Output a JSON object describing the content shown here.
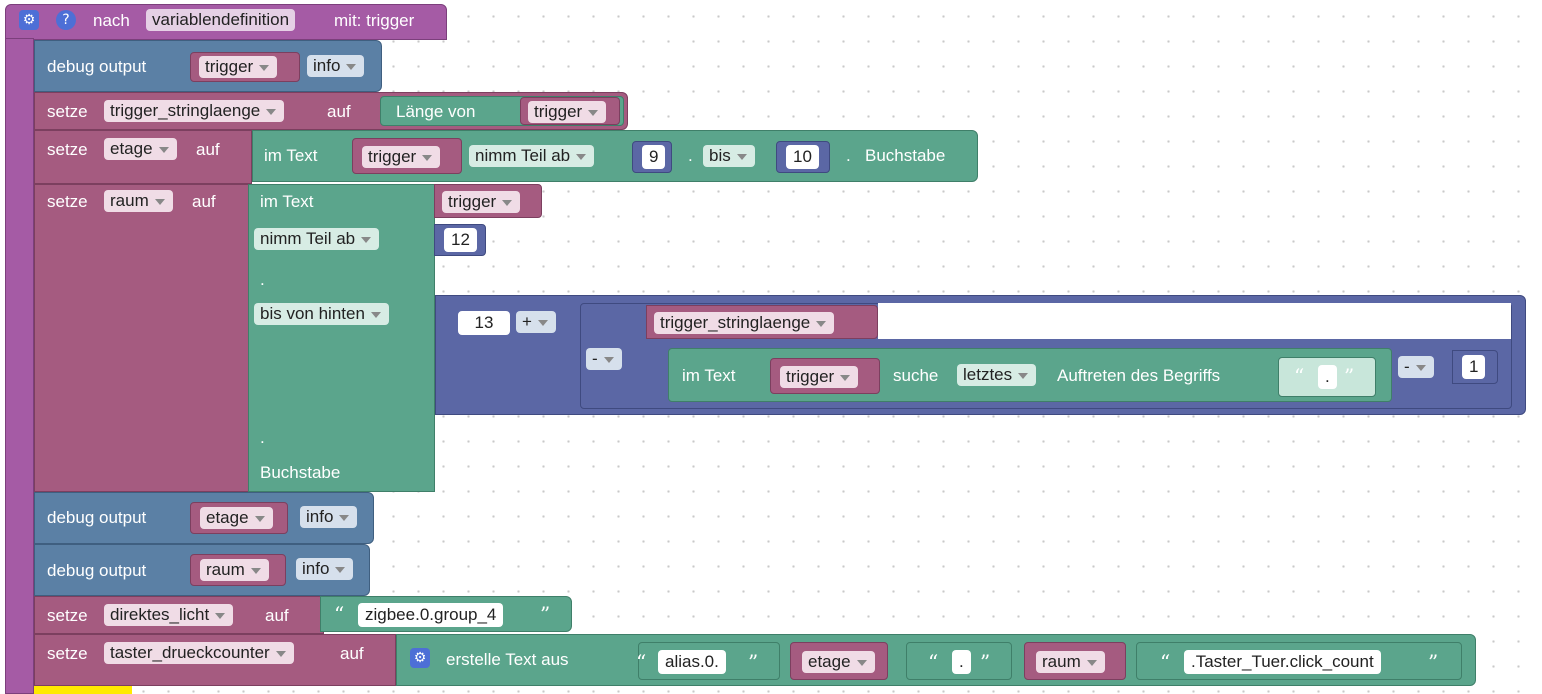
{
  "header": {
    "nach": "nach",
    "func_name": "variablendefinition",
    "mit": "mit: trigger"
  },
  "rows": {
    "debug1": {
      "label": "debug output",
      "var": "trigger",
      "level": "info"
    },
    "setze1": {
      "setze": "setze",
      "var": "trigger_stringlaenge",
      "auf": "auf",
      "laenge": "Länge von",
      "arg": "trigger"
    },
    "setze2": {
      "setze": "setze",
      "var": "etage",
      "auf": "auf",
      "imtext": "im Text",
      "arg": "trigger",
      "nimm": "nimm Teil ab",
      "from": "9",
      "dot1": ".",
      "bis": "bis",
      "to": "10",
      "dot2": ".",
      "buchstabe": "Buchstabe"
    },
    "setze3": {
      "setze": "setze",
      "var": "raum",
      "auf": "auf",
      "imtext": "im Text",
      "arg": "trigger",
      "nimm": "nimm Teil ab",
      "from": "12",
      "dot1": ".",
      "bisvh": "bis von hinten",
      "n13": "13",
      "plus": "+",
      "strlen": "trigger_stringlaenge",
      "minus": "-",
      "imtext2": "im Text",
      "arg2": "trigger",
      "suche": "suche",
      "letztes": "letztes",
      "auftreten": "Auftreten des Begriffs",
      "dotval": ".",
      "minus2": "-",
      "one": "1",
      "dot2": ".",
      "buchstabe": "Buchstabe"
    },
    "debug2": {
      "label": "debug output",
      "var": "etage",
      "level": "info"
    },
    "debug3": {
      "label": "debug output",
      "var": "raum",
      "level": "info"
    },
    "setze4": {
      "setze": "setze",
      "var": "direktes_licht",
      "auf": "auf",
      "val": "zigbee.0.group_4"
    },
    "setze5": {
      "setze": "setze",
      "var": "taster_drueckcounter",
      "auf": "auf",
      "erstelle": "erstelle Text aus",
      "t1": "alias.0.",
      "v1": "etage",
      "t2": ".",
      "v2": "raum",
      "t3": ".Taster_Tuer.click_count"
    }
  },
  "quotes": {
    "open": "“",
    "close": "”"
  },
  "icons": {
    "gear": "⚙",
    "help": "?"
  }
}
